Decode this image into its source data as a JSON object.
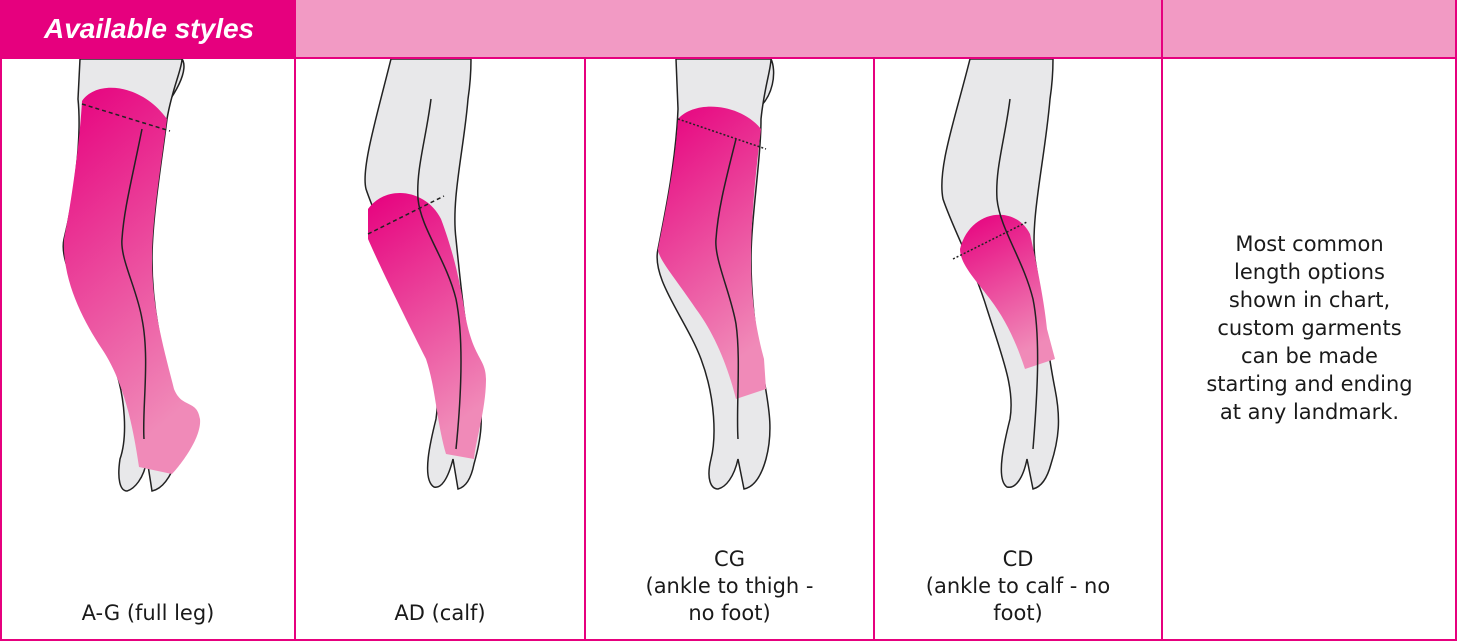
{
  "header": {
    "title": "Available styles"
  },
  "styles": [
    {
      "label": "A-G (full leg)"
    },
    {
      "label": "AD (calf)"
    },
    {
      "label": "CG\n(ankle to thigh -\nno foot)"
    },
    {
      "label": "CD\n(ankle to calf - no\nfoot)"
    }
  ],
  "note": "Most common\nlength options\nshown in chart,\ncustom garments\ncan be made\nstarting and ending\nat any landmark.",
  "colors": {
    "accent": "#e6007e",
    "header_fill": "#f29ac4",
    "leg": "#e8e8ea"
  },
  "icons": [
    "leg-full-icon",
    "leg-calf-icon",
    "leg-ankle-thigh-icon",
    "leg-ankle-calf-icon"
  ]
}
